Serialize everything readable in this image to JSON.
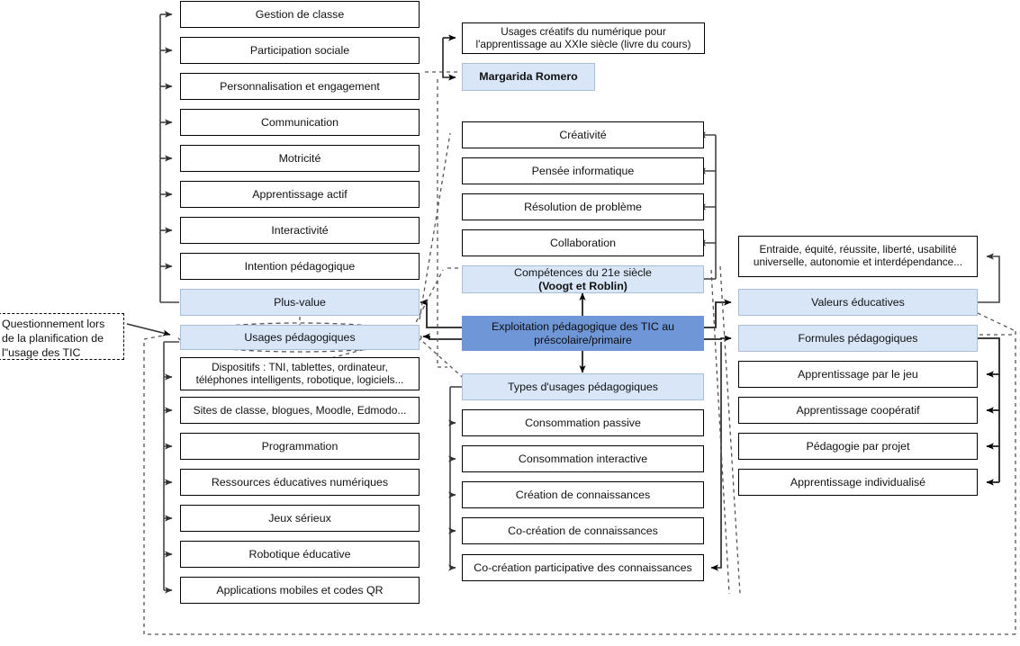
{
  "diagram": {
    "title": "Exploitation pédagogique des TIC au préscolaire/primaire",
    "colors": {
      "accent_dark": "#6f96d6",
      "accent_light": "#d8e6f8",
      "stroke": "#000000",
      "background": "#ffffff"
    },
    "left_column": {
      "items": [
        {
          "label": "Gestion de classe",
          "style": "white"
        },
        {
          "label": "Participation sociale",
          "style": "white"
        },
        {
          "label": "Personnalisation et engagement",
          "style": "white"
        },
        {
          "label": "Communication",
          "style": "white"
        },
        {
          "label": "Motricité",
          "style": "white"
        },
        {
          "label": "Apprentissage actif",
          "style": "white"
        },
        {
          "label": "Interactivité",
          "style": "white"
        },
        {
          "label": "Intention pédagogique",
          "style": "white"
        },
        {
          "label": "Plus-value",
          "style": "blue"
        }
      ]
    },
    "left_lower": {
      "header": {
        "label": "Usages pédagogiques",
        "style": "blue"
      },
      "items": [
        {
          "label": "Dispositifs : TNI, tablettes, ordinateur, téléphones intelligents, robotique, logiciels...",
          "style": "white"
        },
        {
          "label": "Sites de classe, blogues, Moodle, Edmodo...",
          "style": "white"
        },
        {
          "label": "Programmation",
          "style": "white"
        },
        {
          "label": "Ressources éducatives numériques",
          "style": "white"
        },
        {
          "label": "Jeux sérieux",
          "style": "white"
        },
        {
          "label": "Robotique éducative",
          "style": "white"
        },
        {
          "label": "Applications mobiles et codes QR",
          "style": "white"
        }
      ]
    },
    "note": {
      "label": "Questionnement lors de la planification de l\"usage des TIC",
      "style": "dashed"
    },
    "center_top": {
      "book": {
        "label": "Usages créatifs du numérique pour l'apprentissage au XXIe siècle (livre du cours)",
        "style": "white"
      },
      "author": {
        "label": "Margarida Romero",
        "style": "blue-bold"
      }
    },
    "center_competences": {
      "items": [
        {
          "label": "Créativité",
          "style": "white"
        },
        {
          "label": "Pensée informatique",
          "style": "white"
        },
        {
          "label": "Résolution de problème",
          "style": "white"
        },
        {
          "label": "Collaboration",
          "style": "white"
        }
      ],
      "header_line1": "Compétences du 21e siècle",
      "header_line2": "(Voogt et Roblin)",
      "header_style": "blue"
    },
    "center_main": {
      "line1": "Exploitation pédagogique des TIC au",
      "line2": "préscolaire/primaire",
      "style": "dark"
    },
    "center_types": {
      "header": {
        "label": "Types d'usages pédagogiques",
        "style": "blue"
      },
      "items": [
        {
          "label": "Consommation passive",
          "style": "white"
        },
        {
          "label": "Consommation interactive",
          "style": "white"
        },
        {
          "label": "Création de connaissances",
          "style": "white"
        },
        {
          "label": "Co-création de connaissances",
          "style": "white"
        },
        {
          "label": "Co-création participative des connaissances",
          "style": "white"
        }
      ]
    },
    "right_column": {
      "values_detail": {
        "label": "Entraide, équité, réussite, liberté, usabilité universelle, autonomie et interdépendance...",
        "style": "white"
      },
      "values_header": {
        "label": "Valeurs éducatives",
        "style": "blue"
      },
      "formulas_header": {
        "label": "Formules pédagogiques",
        "style": "blue"
      },
      "items": [
        {
          "label": "Apprentissage par le jeu",
          "style": "white"
        },
        {
          "label": "Apprentissage coopératif",
          "style": "white"
        },
        {
          "label": "Pédagogie par projet",
          "style": "white"
        },
        {
          "label": "Apprentissage individualisé",
          "style": "white"
        }
      ]
    }
  }
}
